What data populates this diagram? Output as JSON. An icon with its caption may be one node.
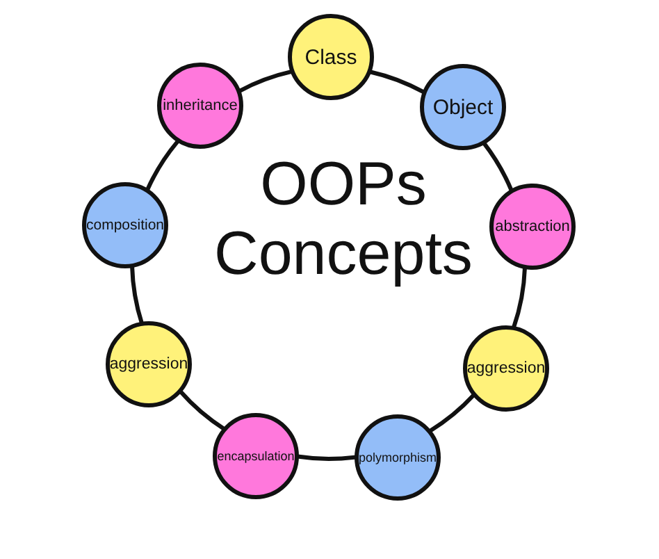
{
  "diagram": {
    "title": "OOPs Concepts",
    "nodes": [
      {
        "text": [
          "Class"
        ]
      },
      {
        "text": [
          "inheritance"
        ]
      },
      {
        "text": [
          "Object"
        ]
      },
      {
        "text": [
          "composition"
        ]
      },
      {
        "text": [
          "abstraction"
        ]
      },
      {
        "text": [
          "aggression"
        ]
      },
      {
        "text": [
          "aggression"
        ]
      },
      {
        "text": [
          "encapsulation"
        ]
      },
      {
        "text": [
          "polymorphism"
        ]
      }
    ],
    "edges": [
      {
        "from": 0,
        "to": 2,
        "arrow": "none"
      },
      {
        "from": 2,
        "to": 4,
        "arrow": "none"
      },
      {
        "from": 4,
        "to": 6,
        "arrow": "none"
      },
      {
        "from": 6,
        "to": 8,
        "arrow": "none"
      },
      {
        "from": 8,
        "to": 7,
        "arrow": "none"
      },
      {
        "from": 7,
        "to": 5,
        "arrow": "none"
      },
      {
        "from": 5,
        "to": 3,
        "arrow": "none"
      },
      {
        "from": 3,
        "to": 1,
        "arrow": "none"
      },
      {
        "from": 1,
        "to": 0,
        "arrow": "none"
      }
    ]
  }
}
